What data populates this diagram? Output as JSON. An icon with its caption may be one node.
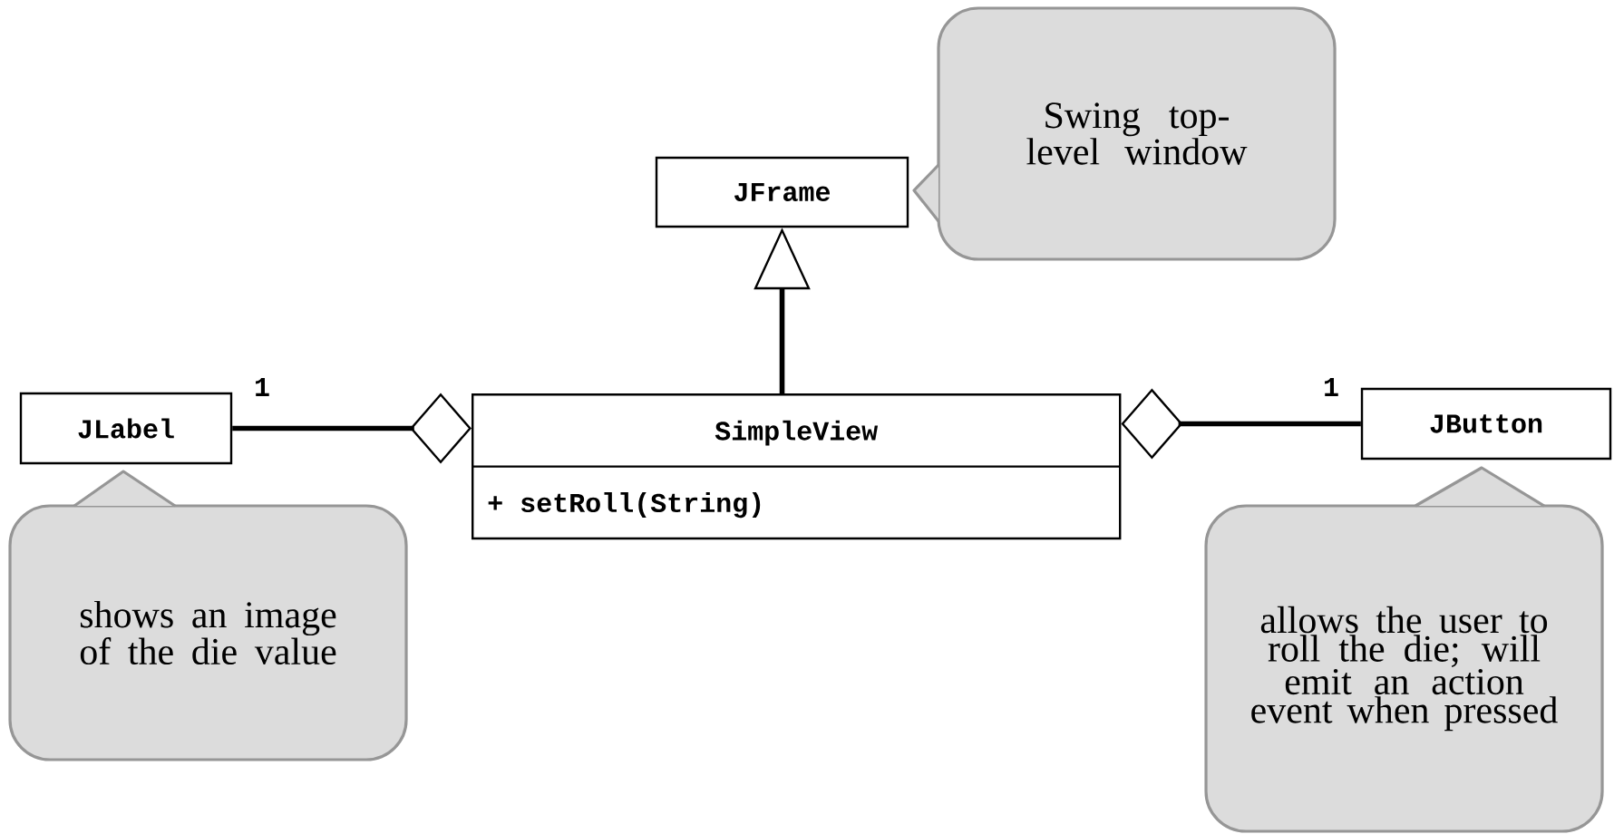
{
  "diagram": {
    "nodes": [
      {
        "text": [
          "JFrame"
        ]
      },
      {
        "text": [
          "Swing top-level window"
        ]
      },
      {
        "text": [
          "JLabel"
        ]
      },
      {
        "text": [
          "SimpleView",
          "+ setRoll(String)"
        ]
      },
      {
        "text": [
          "JButton"
        ]
      },
      {
        "text": [
          "shows an image of the die value"
        ]
      },
      {
        "text": [
          "allows the user to roll the die; will emit an action event when pressed"
        ]
      }
    ],
    "edges": [
      {
        "from": 3,
        "to": 0,
        "arrow": "to"
      },
      {
        "from": 3,
        "to": 2,
        "arrow": "other"
      },
      {
        "from": 3,
        "to": 4,
        "arrow": "other"
      }
    ],
    "labels": [
      "1",
      "1"
    ]
  }
}
